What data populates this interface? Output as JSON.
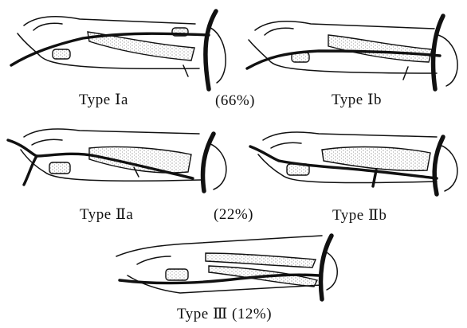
{
  "labels": {
    "type_1a": "Type Ⅰa",
    "pct_1": "(66%)",
    "type_1b": "Type Ⅰb",
    "type_2a": "Type Ⅱa",
    "pct_2": "(22%)",
    "type_2b": "Type Ⅱb",
    "type_3": "Type Ⅲ (12%)"
  }
}
